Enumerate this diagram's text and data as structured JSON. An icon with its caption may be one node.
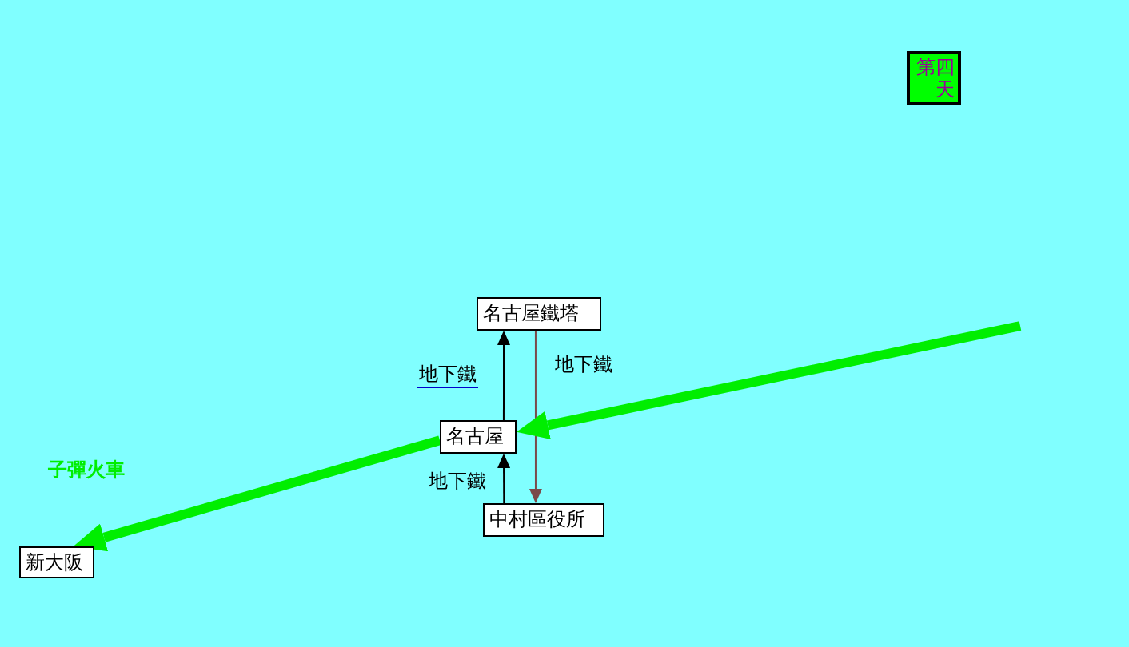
{
  "diagram": {
    "nodes": [
      {
        "text": [
          "第四天"
        ]
      },
      {
        "text": [
          "名古屋鐵塔"
        ]
      },
      {
        "text": [
          "名古屋"
        ]
      },
      {
        "text": [
          "中村區役所"
        ]
      },
      {
        "text": [
          "新大阪"
        ]
      }
    ],
    "edges": [
      {
        "from": 2,
        "to": 1,
        "arrow": "to",
        "label": "地下鐵"
      },
      {
        "from": 3,
        "to": 2,
        "arrow": "to",
        "label": "地下鐵"
      },
      {
        "from": 1,
        "to": 3,
        "arrow": "to",
        "label": "地下鐵",
        "color": "#7a4a4a"
      },
      {
        "from": null,
        "to": 2,
        "arrow": "to",
        "style": "thick",
        "color": "#00ee00"
      },
      {
        "from": 2,
        "to": 4,
        "arrow": "to",
        "style": "thick",
        "color": "#00ee00",
        "label": "子彈火車"
      }
    ]
  }
}
